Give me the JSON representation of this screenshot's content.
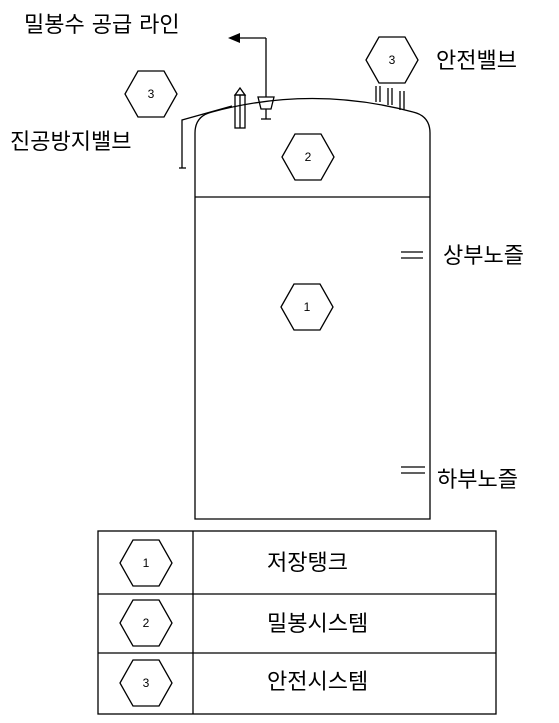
{
  "labels": {
    "sealing_supply_line": "밀봉수 공급 라인",
    "vacuum_relief_valve": "진공방지밸브",
    "safety_valve": "안전밸브",
    "upper_nozzle": "상부노즐",
    "lower_nozzle": "하부노즐"
  },
  "markers": {
    "tank_body": "1",
    "tank_top": "2",
    "vacuum_valve": "3",
    "safety_valve": "3"
  },
  "legend": [
    {
      "number": "1",
      "label": "저장탱크"
    },
    {
      "number": "2",
      "label": "밀봉시스템"
    },
    {
      "number": "3",
      "label": "안전시스템"
    }
  ]
}
